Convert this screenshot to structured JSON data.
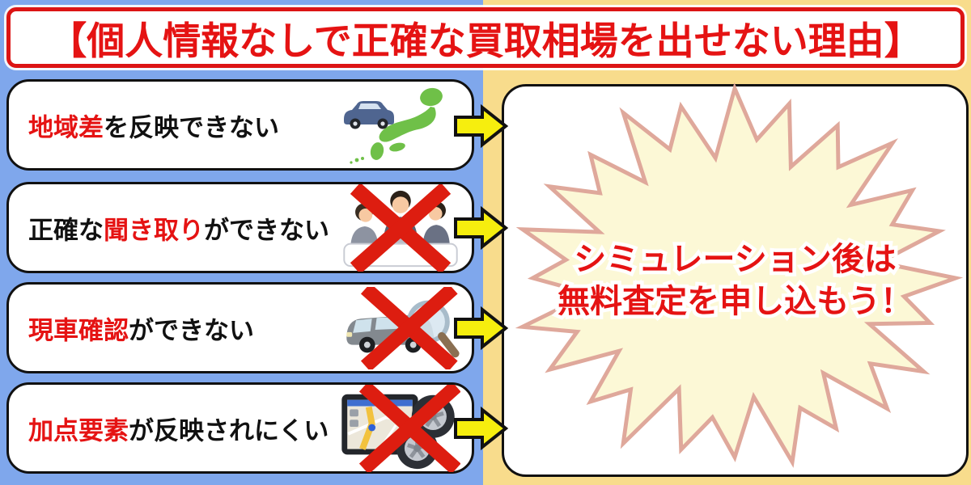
{
  "title": {
    "text": "【個人情報なしで正確な買取相場を出せない理由】"
  },
  "reasons": [
    {
      "prefix": "",
      "highlight": "地域差",
      "suffix": "を反映できない",
      "icon": "japan-map-car-icon",
      "crossed": false
    },
    {
      "prefix": "正確な",
      "highlight": "聞き取り",
      "suffix": "ができない",
      "icon": "business-meeting-icon",
      "crossed": true
    },
    {
      "prefix": "",
      "highlight": "現車確認",
      "suffix": "ができない",
      "icon": "car-magnifier-icon",
      "crossed": true
    },
    {
      "prefix": "",
      "highlight": "加点要素",
      "suffix": "が反映されにくい",
      "icon": "navi-tires-icon",
      "crossed": true
    }
  ],
  "callout": {
    "line1": "シミュレーション後は",
    "line2": "無料査定を申し込もう！"
  },
  "colors": {
    "accent_red": "#e51313",
    "banner_border_red": "#dc1414",
    "left_bg_blue": "#7fa7ec",
    "right_bg_yellow": "#f8dc8c",
    "arrow_yellow": "#f6ee0e",
    "burst_fill": "#fcf8d6",
    "burst_border": "#dfa89b",
    "cross_red": "#dd1d10"
  }
}
